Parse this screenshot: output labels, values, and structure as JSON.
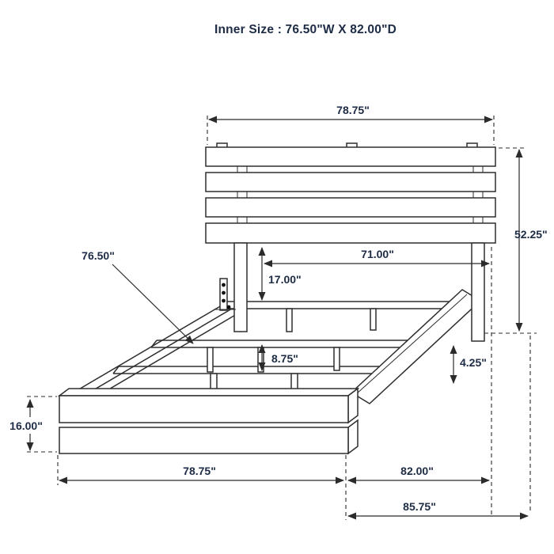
{
  "title": "Inner Size : 76.50\"W X 82.00\"D",
  "dimensions": {
    "headboard_width": "78.75\"",
    "overall_height": "52.25\"",
    "slat_length": "76.50\"",
    "inner_width": "71.00\"",
    "headboard_to_rail": "17.00\"",
    "slat_support_height": "8.75\"",
    "rail_thickness": "4.25\"",
    "footboard_height": "16.00\"",
    "footboard_width": "78.75\"",
    "inner_depth": "82.00\"",
    "overall_depth": "85.75\""
  },
  "colors": {
    "line": "#2e2e2e",
    "text": "#1d2b45",
    "background": "#ffffff"
  }
}
